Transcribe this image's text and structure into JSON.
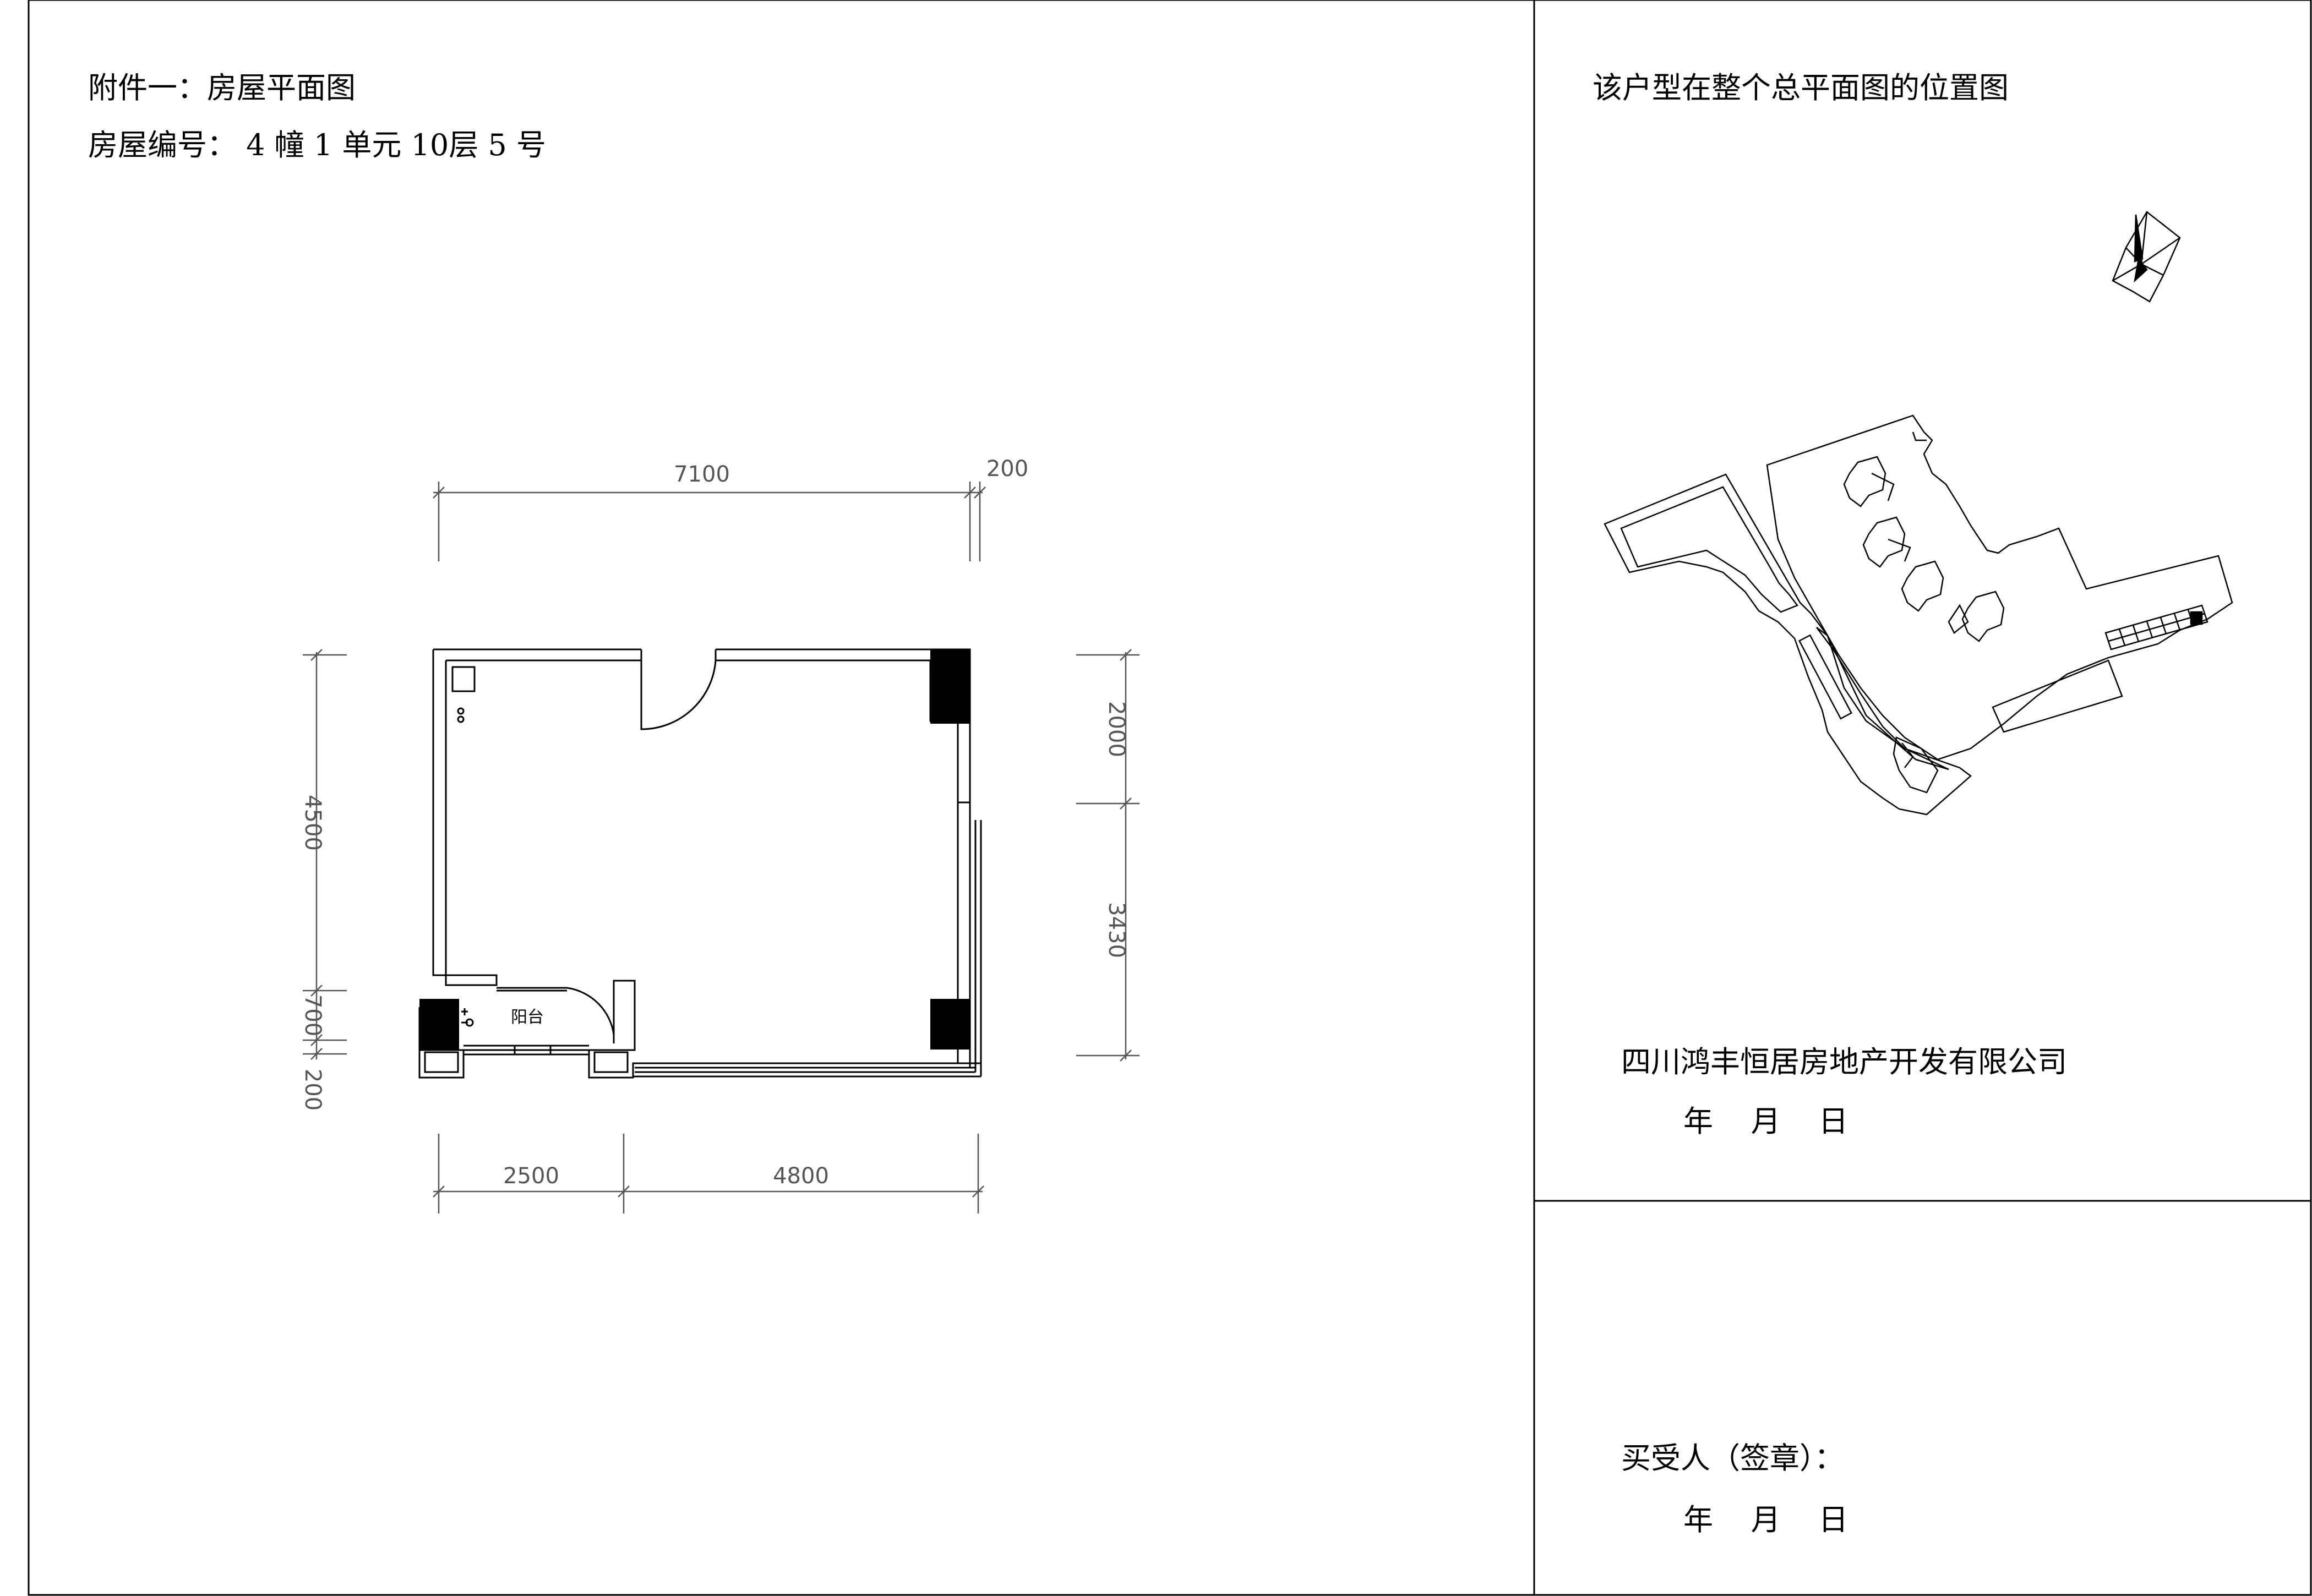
{
  "left_panel": {
    "attachment_title": "附件一：房屋平面图",
    "house_number": "房屋编号：  4  幢  1  单元 10层  5  号"
  },
  "floor_plan": {
    "dims_top": [
      "7100",
      "200"
    ],
    "dims_left": [
      "4500",
      "700",
      "200"
    ],
    "dims_right": [
      "2000",
      "3430"
    ],
    "dims_bottom": [
      "2500",
      "4800"
    ],
    "balcony_label": "阳台"
  },
  "right_panel": {
    "location_title": "该户型在整个总平面图的位置图",
    "company": "四川鸿丰恒居房地产开发有限公司",
    "date_line_1": "年    月    日",
    "buyer_signature": "买受人（签章）：",
    "date_line_2": "年    月    日"
  },
  "icons": {
    "compass": "north-arrow-icon"
  }
}
